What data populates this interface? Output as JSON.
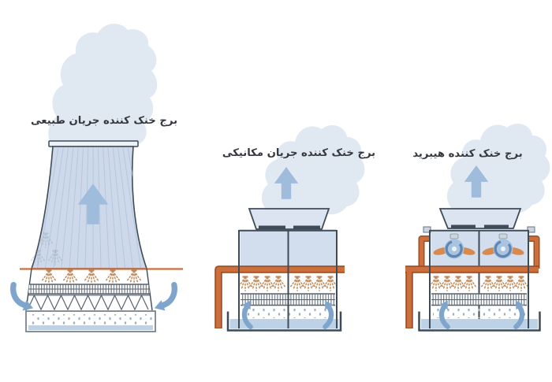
{
  "figure": {
    "background_color": "#ffffff",
    "direction": "rtl",
    "towers": [
      {
        "key": "natural",
        "label": "برج خنک کننده جریان طبیعی"
      },
      {
        "key": "mechanical",
        "label": "برج خنک کننده جریان مکانیکی"
      },
      {
        "key": "hybrid",
        "label": "برج خنک کننده هیبرید"
      }
    ],
    "icons": [
      "steam-plume",
      "airflow-up-arrow-icon",
      "air-inlet-arrow-icon",
      "spray-nozzle-icon",
      "axial-fan-icon",
      "water-pipe",
      "fill-media",
      "support-truss",
      "collection-basin"
    ]
  },
  "colors": {
    "plume": "#e0e8f2",
    "shell_fill": "#cdd9ea",
    "shell_rib": "#b5c7dd",
    "body_fill": "#d2deee",
    "stack_fill": "#dbe4f0",
    "outline": "#3f4b57",
    "up_arrow": "#9fbcdc",
    "flow_arrow": "#7fa5cc",
    "pipe": "#cd6f3c",
    "pipe_dark": "#9a4f24",
    "spray": "#c18a58",
    "fill_hatch": "#57626e",
    "droplet": "#9bb0c3",
    "water": "#bdd2e7",
    "fan_blade": "#d8894d",
    "fan_body": "#a9c4e1",
    "fan_swirl": "#5f86b2",
    "bracket": "#ccd4dd",
    "label_text": "#35393e"
  }
}
